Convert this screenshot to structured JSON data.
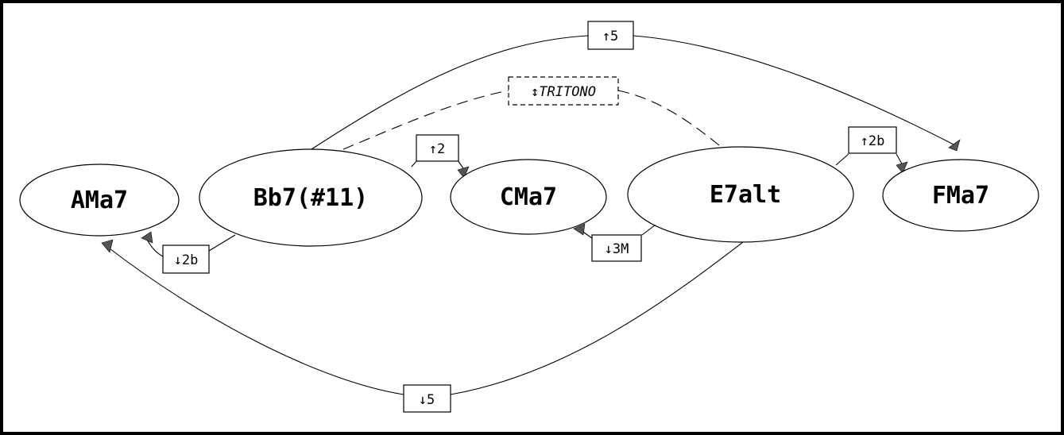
{
  "nodes": {
    "ama7": "AMa7",
    "bb7": "Bb7(#11)",
    "cma7": "CMa7",
    "e7alt": "E7alt",
    "fma7": "FMa7"
  },
  "edges": {
    "up5": "↑5",
    "tritono": "↕TRITONO",
    "up2": "↑2",
    "up2b": "↑2b",
    "down2b": "↓2b",
    "down3m": "↓3M",
    "down5": "↓5"
  },
  "colors": {
    "line": "#000000",
    "background": "#ffffff",
    "arrowhead": "#555555"
  }
}
